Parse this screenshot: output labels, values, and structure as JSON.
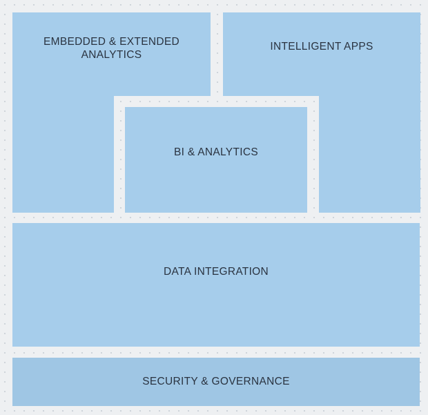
{
  "blocks": {
    "embedded": {
      "label_line1": "EMBEDDED & EXTENDED",
      "label_line2": "ANALYTICS"
    },
    "intelligent_apps": {
      "label": "INTELLIGENT APPS"
    },
    "bi_analytics": {
      "label": "BI & ANALYTICS"
    },
    "data_integration": {
      "label": "DATA INTEGRATION"
    },
    "security_governance": {
      "label": "SECURITY & GOVERNANCE"
    }
  },
  "colors": {
    "block_fill": "#a6cdeb",
    "lower_block_fill": "#9fc6e4",
    "background": "#eef0f2",
    "text": "#2a3340"
  }
}
